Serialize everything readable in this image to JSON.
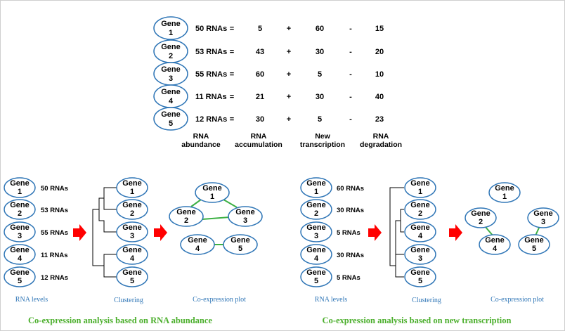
{
  "top_table": {
    "rows": [
      {
        "gene": [
          "Gene",
          "1"
        ],
        "count": "50 RNAs",
        "eq": "=",
        "accumulation": "5",
        "plus": "+",
        "transcription": "60",
        "minus": "-",
        "degradation": "15"
      },
      {
        "gene": [
          "Gene",
          "2"
        ],
        "count": "53 RNAs",
        "eq": "=",
        "accumulation": "43",
        "plus": "+",
        "transcription": "30",
        "minus": "-",
        "degradation": "20"
      },
      {
        "gene": [
          "Gene",
          "3"
        ],
        "count": "55 RNAs",
        "eq": "=",
        "accumulation": "60",
        "plus": "+",
        "transcription": "5",
        "minus": "-",
        "degradation": "10"
      },
      {
        "gene": [
          "Gene",
          "4"
        ],
        "count": "11 RNAs",
        "eq": "=",
        "accumulation": "21",
        "plus": "+",
        "transcription": "30",
        "minus": "-",
        "degradation": "40"
      },
      {
        "gene": [
          "Gene",
          "5"
        ],
        "count": "12 RNAs",
        "eq": "=",
        "accumulation": "30",
        "plus": "+",
        "transcription": "5",
        "minus": "-",
        "degradation": "23"
      }
    ],
    "headers": [
      [
        "RNA",
        "abundance"
      ],
      [
        "RNA",
        "accumulation"
      ],
      [
        "New",
        "transcription"
      ],
      [
        "RNA",
        "degradation"
      ]
    ]
  },
  "left_panel": {
    "levels": [
      {
        "gene": [
          "Gene",
          "1"
        ],
        "count": "50 RNAs"
      },
      {
        "gene": [
          "Gene",
          "2"
        ],
        "count": "53 RNAs"
      },
      {
        "gene": [
          "Gene",
          "3"
        ],
        "count": "55 RNAs"
      },
      {
        "gene": [
          "Gene",
          "4"
        ],
        "count": "11 RNAs"
      },
      {
        "gene": [
          "Gene",
          "5"
        ],
        "count": "12 RNAs"
      }
    ],
    "clustering_order": [
      [
        "Gene",
        "1"
      ],
      [
        "Gene",
        "2"
      ],
      [
        "Gene",
        "3"
      ],
      [
        "Gene",
        "4"
      ],
      [
        "Gene",
        "5"
      ]
    ],
    "plot_nodes": [
      [
        "Gene",
        "1"
      ],
      [
        "Gene",
        "2"
      ],
      [
        "Gene",
        "3"
      ],
      [
        "Gene",
        "4"
      ],
      [
        "Gene",
        "5"
      ]
    ],
    "stage_labels": [
      "RNA levels",
      "Clustering",
      "Co-expression plot"
    ],
    "caption": "Co-expression analysis based on RNA abundance"
  },
  "right_panel": {
    "levels": [
      {
        "gene": [
          "Gene",
          "1"
        ],
        "count": "60 RNAs"
      },
      {
        "gene": [
          "Gene",
          "2"
        ],
        "count": "30 RNAs"
      },
      {
        "gene": [
          "Gene",
          "3"
        ],
        "count": "5 RNAs"
      },
      {
        "gene": [
          "Gene",
          "4"
        ],
        "count": "30 RNAs"
      },
      {
        "gene": [
          "Gene",
          "5"
        ],
        "count": "5 RNAs"
      }
    ],
    "clustering_order": [
      [
        "Gene",
        "1"
      ],
      [
        "Gene",
        "2"
      ],
      [
        "Gene",
        "4"
      ],
      [
        "Gene",
        "3"
      ],
      [
        "Gene",
        "5"
      ]
    ],
    "plot_nodes": [
      [
        "Gene",
        "1"
      ],
      [
        "Gene",
        "2"
      ],
      [
        "Gene",
        "3"
      ],
      [
        "Gene",
        "4"
      ],
      [
        "Gene",
        "5"
      ]
    ],
    "stage_labels": [
      "RNA levels",
      "Clustering",
      "Co-expression plot"
    ],
    "caption": "Co-expression analysis based on new transcription"
  },
  "colors": {
    "node_border": "#2e75b6",
    "edge": "#3cb043",
    "arrow": "#ff0000",
    "caption": "#4caf2d",
    "stage_label": "#2e75b6"
  }
}
